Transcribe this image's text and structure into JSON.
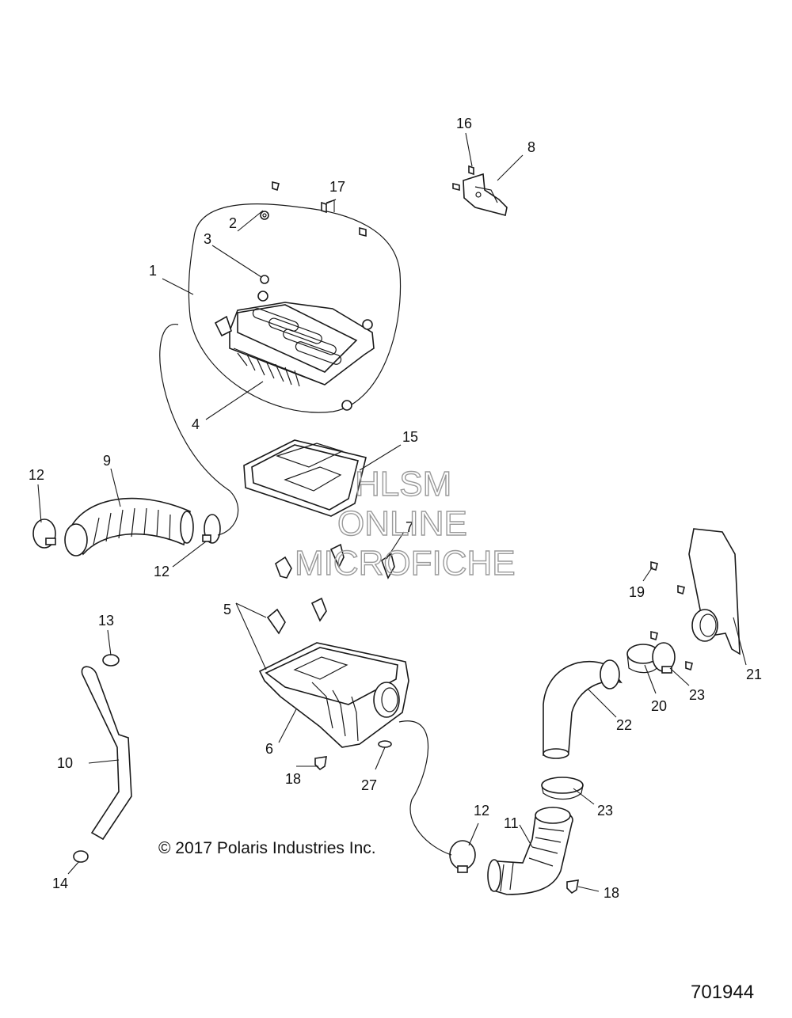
{
  "callouts": [
    {
      "id": "c1",
      "label": "1"
    },
    {
      "id": "c2",
      "label": "2"
    },
    {
      "id": "c3",
      "label": "3"
    },
    {
      "id": "c4",
      "label": "4"
    },
    {
      "id": "c5",
      "label": "5"
    },
    {
      "id": "c6",
      "label": "6"
    },
    {
      "id": "c7",
      "label": "7"
    },
    {
      "id": "c8",
      "label": "8"
    },
    {
      "id": "c9",
      "label": "9"
    },
    {
      "id": "c10",
      "label": "10"
    },
    {
      "id": "c11",
      "label": "11"
    },
    {
      "id": "c12a",
      "label": "12"
    },
    {
      "id": "c12b",
      "label": "12"
    },
    {
      "id": "c12c",
      "label": "12"
    },
    {
      "id": "c13",
      "label": "13"
    },
    {
      "id": "c14",
      "label": "14"
    },
    {
      "id": "c15",
      "label": "15"
    },
    {
      "id": "c16",
      "label": "16"
    },
    {
      "id": "c17",
      "label": "17"
    },
    {
      "id": "c18a",
      "label": "18"
    },
    {
      "id": "c18b",
      "label": "18"
    },
    {
      "id": "c19",
      "label": "19"
    },
    {
      "id": "c20",
      "label": "20"
    },
    {
      "id": "c21",
      "label": "21"
    },
    {
      "id": "c22",
      "label": "22"
    },
    {
      "id": "c23a",
      "label": "23"
    },
    {
      "id": "c23b",
      "label": "23"
    },
    {
      "id": "c27",
      "label": "27"
    }
  ],
  "watermark": {
    "line1": "HLSM",
    "line2": "ONLINE",
    "line3": "MICROFICHE"
  },
  "copyright": "© 2017 Polaris Industries Inc.",
  "diagram_id": "701944"
}
